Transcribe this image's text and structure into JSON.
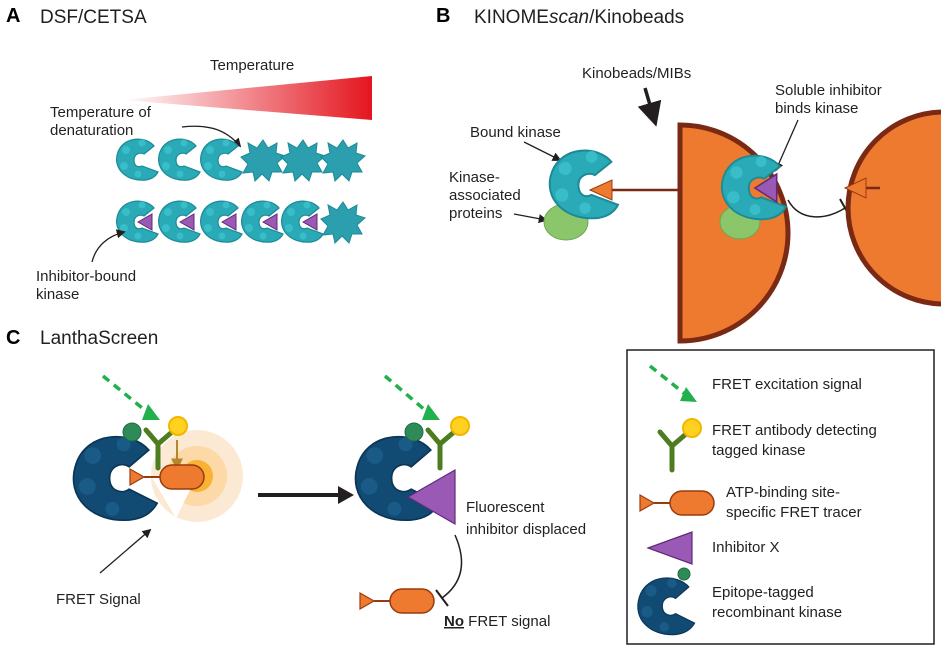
{
  "panel_a": {
    "letter": "A",
    "title": "DSF/CETSA",
    "gradient_label": "Temperature",
    "denature_label_1": "Temperature of",
    "denature_label_2": "denaturation",
    "bound_label_1": "Inhibitor-bound",
    "bound_label_2": "kinase",
    "colors": {
      "kinase": "#2aa9b6",
      "inhibitor": "#9b59b6",
      "gradient_end": "#e4151f"
    }
  },
  "panel_b": {
    "letter": "B",
    "title_pre": "KINOME",
    "title_italic": "scan",
    "title_post": "/Kinobeads",
    "beads_label": "Kinobeads/MIBs",
    "bound_kinase_label": "Bound kinase",
    "assoc_label_1": "Kinase-",
    "assoc_label_2": "associated",
    "assoc_label_3": "proteins",
    "soluble_label_1": "Soluble inhibitor",
    "soluble_label_2": "binds kinase",
    "colors": {
      "bead": "#ee7a2f",
      "bead_rim": "#7a2a14",
      "assoc": "#8cc66b"
    }
  },
  "panel_c": {
    "letter": "C",
    "title": "LanthaScreen",
    "fret_signal_label": "FRET Signal",
    "displaced_label_1": "Fluorescent",
    "displaced_label_2": "inhibitor displaced",
    "no_label": "No",
    "no_signal_rest": " FRET signal",
    "colors": {
      "kinase": "#114a73",
      "tag": "#2e8b57",
      "antibody": "#4e7d1f",
      "excitation": "#21b04b",
      "fluor": "#ffd21f"
    }
  },
  "legend": {
    "items": [
      {
        "line1": "FRET excitation signal",
        "line2": ""
      },
      {
        "line1": "FRET antibody detecting",
        "line2": "tagged kinase"
      },
      {
        "line1": "ATP-binding site-",
        "line2": "specific FRET tracer"
      },
      {
        "line1": "Inhibitor X",
        "line2": ""
      },
      {
        "line1": "Epitope-tagged",
        "line2": "recombinant kinase"
      }
    ]
  }
}
